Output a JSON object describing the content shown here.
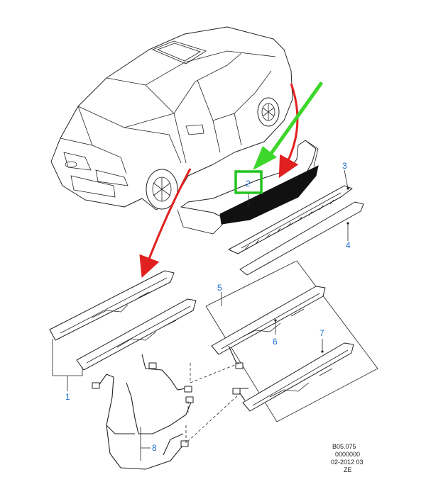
{
  "callouts": {
    "c1": "1",
    "c2": "2",
    "c3": "3",
    "c4": "4",
    "c5": "5",
    "c6": "6",
    "c7": "7",
    "c8": "8"
  },
  "reference": {
    "line1": "B05.075",
    "line2": "0000000",
    "line3": "02-2012 03",
    "line4": "ZE"
  },
  "colors": {
    "callout_text": "#1e6fd0",
    "highlight_box": "#22c51e",
    "pointer_arrow": "#3dd62a",
    "location_arrow": "#e12020",
    "line_art": "#222222"
  },
  "highlighted_callout": "2"
}
